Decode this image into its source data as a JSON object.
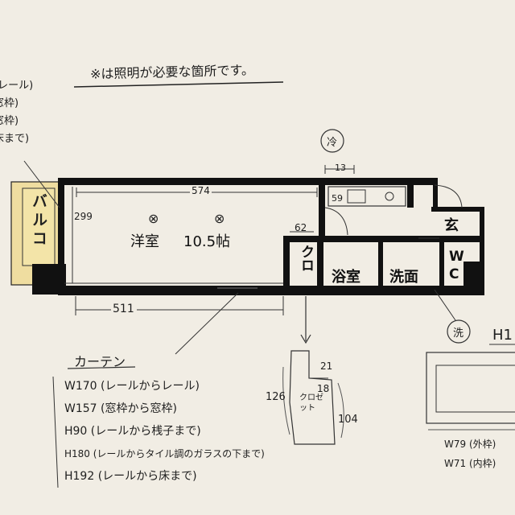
{
  "note": "※は照明が必要な箇所です。",
  "left_notes": [
    "(レール)",
    "窓枠)",
    "窓枠)",
    "床まで)"
  ],
  "rooms": {
    "balcony": "バルコ",
    "western": "洋室",
    "western_size": "10.5帖",
    "closet": "クロ",
    "bath": "浴室",
    "washroom": "洗面",
    "wc": "WC",
    "entrance": "玄"
  },
  "dims": {
    "top_width": "574",
    "left_height": "299",
    "bottom_width": "511",
    "closet_depth": "62",
    "kitchen_width": "59",
    "top_small": "13"
  },
  "circle_labels": {
    "fridge": "冷",
    "washer": "洗"
  },
  "curtain": {
    "title": "カーテン",
    "lines": [
      "W170 (レールからレール)",
      "W157 (窓枠から窓枠)",
      "H90 (レールから桟子まで)",
      "H180 (レールからタイル調のガラスの下まで)",
      "H192 (レールから床まで)"
    ]
  },
  "closet_detail": {
    "label": "クロゼット",
    "d1": "21",
    "d2": "18",
    "d3": "126",
    "d4": "104"
  },
  "right_detail": {
    "heading": "H1",
    "lines": [
      "W79 (外枠)",
      "W71 (内枠)"
    ]
  }
}
